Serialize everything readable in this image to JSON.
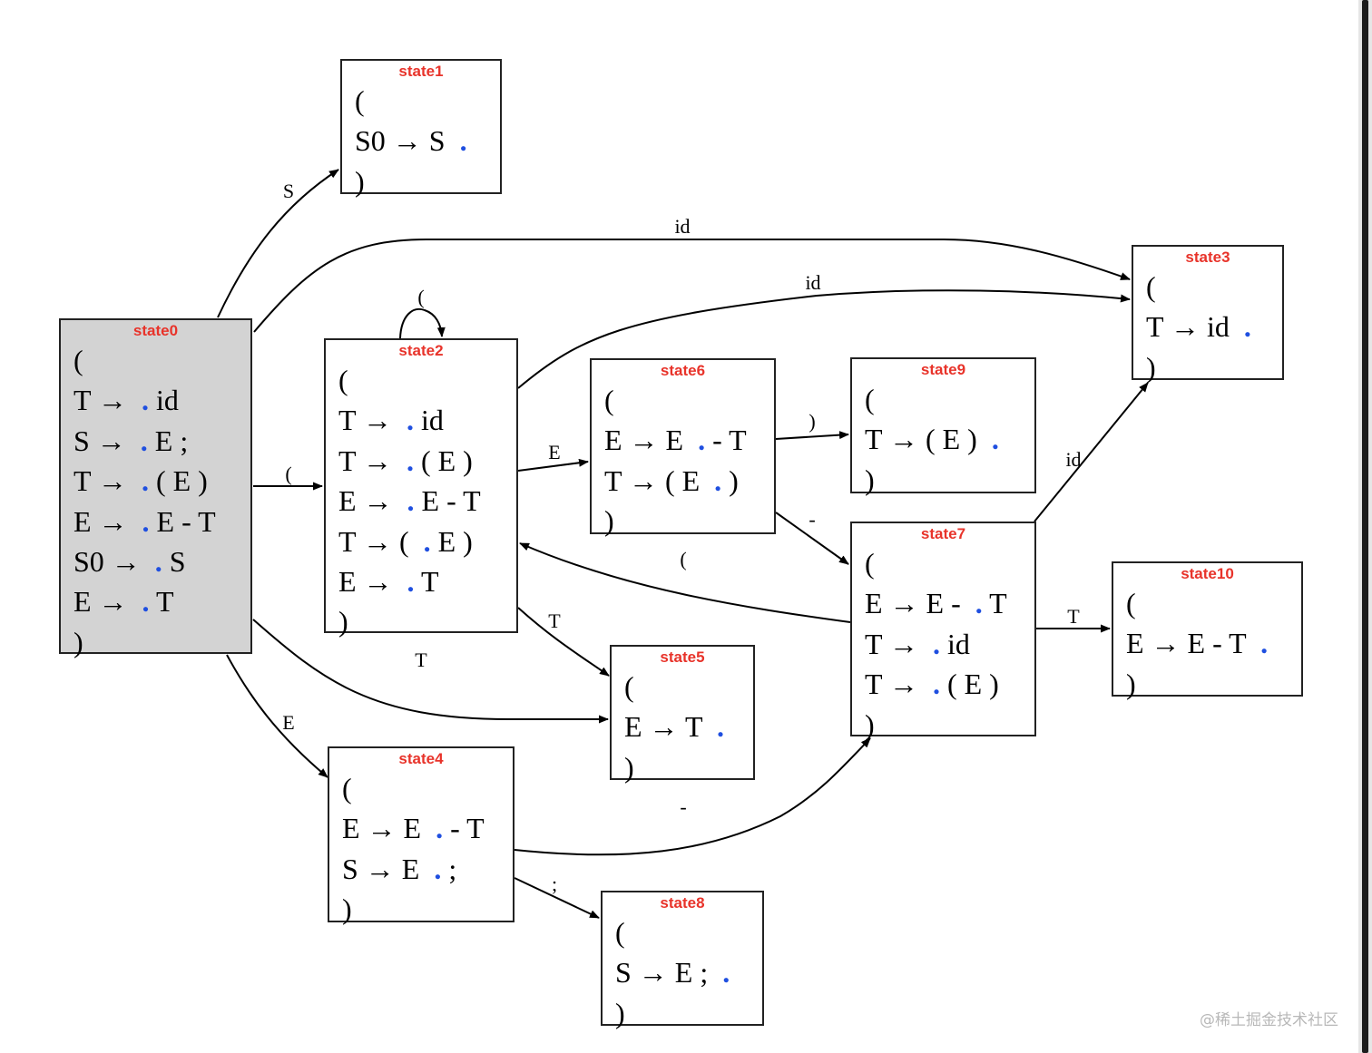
{
  "colors": {
    "state_title": "#e8332a",
    "item_dot": "#1f4fe0",
    "start_fill": "#d3d3d3"
  },
  "open_paren": "(",
  "close_paren": ")",
  "states": [
    {
      "id": "state0",
      "title": "state0",
      "start": true,
      "items": [
        [
          {
            "t": "T →  "
          },
          {
            "t": ".",
            "dot": true
          },
          {
            "t": " id"
          }
        ],
        [
          {
            "t": "S →  "
          },
          {
            "t": ".",
            "dot": true
          },
          {
            "t": " E ;"
          }
        ],
        [
          {
            "t": "T →  "
          },
          {
            "t": ".",
            "dot": true
          },
          {
            "t": " ( E )"
          }
        ],
        [
          {
            "t": "E →  "
          },
          {
            "t": ".",
            "dot": true
          },
          {
            "t": " E - T"
          }
        ],
        [
          {
            "t": "S0 →  "
          },
          {
            "t": ".",
            "dot": true
          },
          {
            "t": " S"
          }
        ],
        [
          {
            "t": "E →  "
          },
          {
            "t": ".",
            "dot": true
          },
          {
            "t": " T"
          }
        ]
      ]
    },
    {
      "id": "state1",
      "title": "state1",
      "items": [
        [
          {
            "t": "S0 → S  "
          },
          {
            "t": ".",
            "dot": true
          }
        ]
      ]
    },
    {
      "id": "state2",
      "title": "state2",
      "items": [
        [
          {
            "t": "T →  "
          },
          {
            "t": ".",
            "dot": true
          },
          {
            "t": " id"
          }
        ],
        [
          {
            "t": "T →  "
          },
          {
            "t": ".",
            "dot": true
          },
          {
            "t": " ( E )"
          }
        ],
        [
          {
            "t": "E →  "
          },
          {
            "t": ".",
            "dot": true
          },
          {
            "t": " E - T"
          }
        ],
        [
          {
            "t": "T → (  "
          },
          {
            "t": ".",
            "dot": true
          },
          {
            "t": " E )"
          }
        ],
        [
          {
            "t": "E →  "
          },
          {
            "t": ".",
            "dot": true
          },
          {
            "t": " T"
          }
        ]
      ]
    },
    {
      "id": "state3",
      "title": "state3",
      "items": [
        [
          {
            "t": "T → id  "
          },
          {
            "t": ".",
            "dot": true
          }
        ]
      ]
    },
    {
      "id": "state4",
      "title": "state4",
      "items": [
        [
          {
            "t": "E → E  "
          },
          {
            "t": ".",
            "dot": true
          },
          {
            "t": " - T"
          }
        ],
        [
          {
            "t": "S → E  "
          },
          {
            "t": ".",
            "dot": true
          },
          {
            "t": " ;"
          }
        ]
      ]
    },
    {
      "id": "state5",
      "title": "state5",
      "items": [
        [
          {
            "t": "E → T  "
          },
          {
            "t": ".",
            "dot": true
          }
        ]
      ]
    },
    {
      "id": "state6",
      "title": "state6",
      "items": [
        [
          {
            "t": "E → E  "
          },
          {
            "t": ".",
            "dot": true
          },
          {
            "t": " - T"
          }
        ],
        [
          {
            "t": "T → ( E  "
          },
          {
            "t": ".",
            "dot": true
          },
          {
            "t": " )"
          }
        ]
      ]
    },
    {
      "id": "state7",
      "title": "state7",
      "items": [
        [
          {
            "t": "E → E -  "
          },
          {
            "t": ".",
            "dot": true
          },
          {
            "t": " T"
          }
        ],
        [
          {
            "t": "T →  "
          },
          {
            "t": ".",
            "dot": true
          },
          {
            "t": " id"
          }
        ],
        [
          {
            "t": "T →  "
          },
          {
            "t": ".",
            "dot": true
          },
          {
            "t": " ( E )"
          }
        ]
      ]
    },
    {
      "id": "state8",
      "title": "state8",
      "items": [
        [
          {
            "t": "S → E ;  "
          },
          {
            "t": ".",
            "dot": true
          }
        ]
      ]
    },
    {
      "id": "state9",
      "title": "state9",
      "items": [
        [
          {
            "t": "T → ( E )  "
          },
          {
            "t": ".",
            "dot": true
          }
        ]
      ]
    },
    {
      "id": "state10",
      "title": "state10",
      "items": [
        [
          {
            "t": "E → E - T  "
          },
          {
            "t": ".",
            "dot": true
          }
        ]
      ]
    }
  ],
  "edges": [
    {
      "id": "s0-s1",
      "from": "state0",
      "to": "state1",
      "label": "S"
    },
    {
      "id": "s0-s3",
      "from": "state0",
      "to": "state3",
      "label": "id"
    },
    {
      "id": "s0-s2",
      "from": "state0",
      "to": "state2",
      "label": "("
    },
    {
      "id": "s0-s5",
      "from": "state0",
      "to": "state5",
      "label": "T"
    },
    {
      "id": "s0-s4",
      "from": "state0",
      "to": "state4",
      "label": "E"
    },
    {
      "id": "s2-s2",
      "from": "state2",
      "to": "state2",
      "label": "("
    },
    {
      "id": "s2-s3",
      "from": "state2",
      "to": "state3",
      "label": "id"
    },
    {
      "id": "s2-s6",
      "from": "state2",
      "to": "state6",
      "label": "E"
    },
    {
      "id": "s2-s5",
      "from": "state2",
      "to": "state5",
      "label": "T"
    },
    {
      "id": "s6-s9",
      "from": "state6",
      "to": "state9",
      "label": ")"
    },
    {
      "id": "s6-s7",
      "from": "state6",
      "to": "state7",
      "label": "-"
    },
    {
      "id": "s7-s3",
      "from": "state7",
      "to": "state3",
      "label": "id"
    },
    {
      "id": "s7-s2",
      "from": "state7",
      "to": "state2",
      "label": "("
    },
    {
      "id": "s7-s10",
      "from": "state7",
      "to": "state10",
      "label": "T"
    },
    {
      "id": "s4-s7",
      "from": "state4",
      "to": "state7",
      "label": "-"
    },
    {
      "id": "s4-s8",
      "from": "state4",
      "to": "state8",
      "label": ";"
    }
  ],
  "watermark": "@稀土掘金技术社区"
}
